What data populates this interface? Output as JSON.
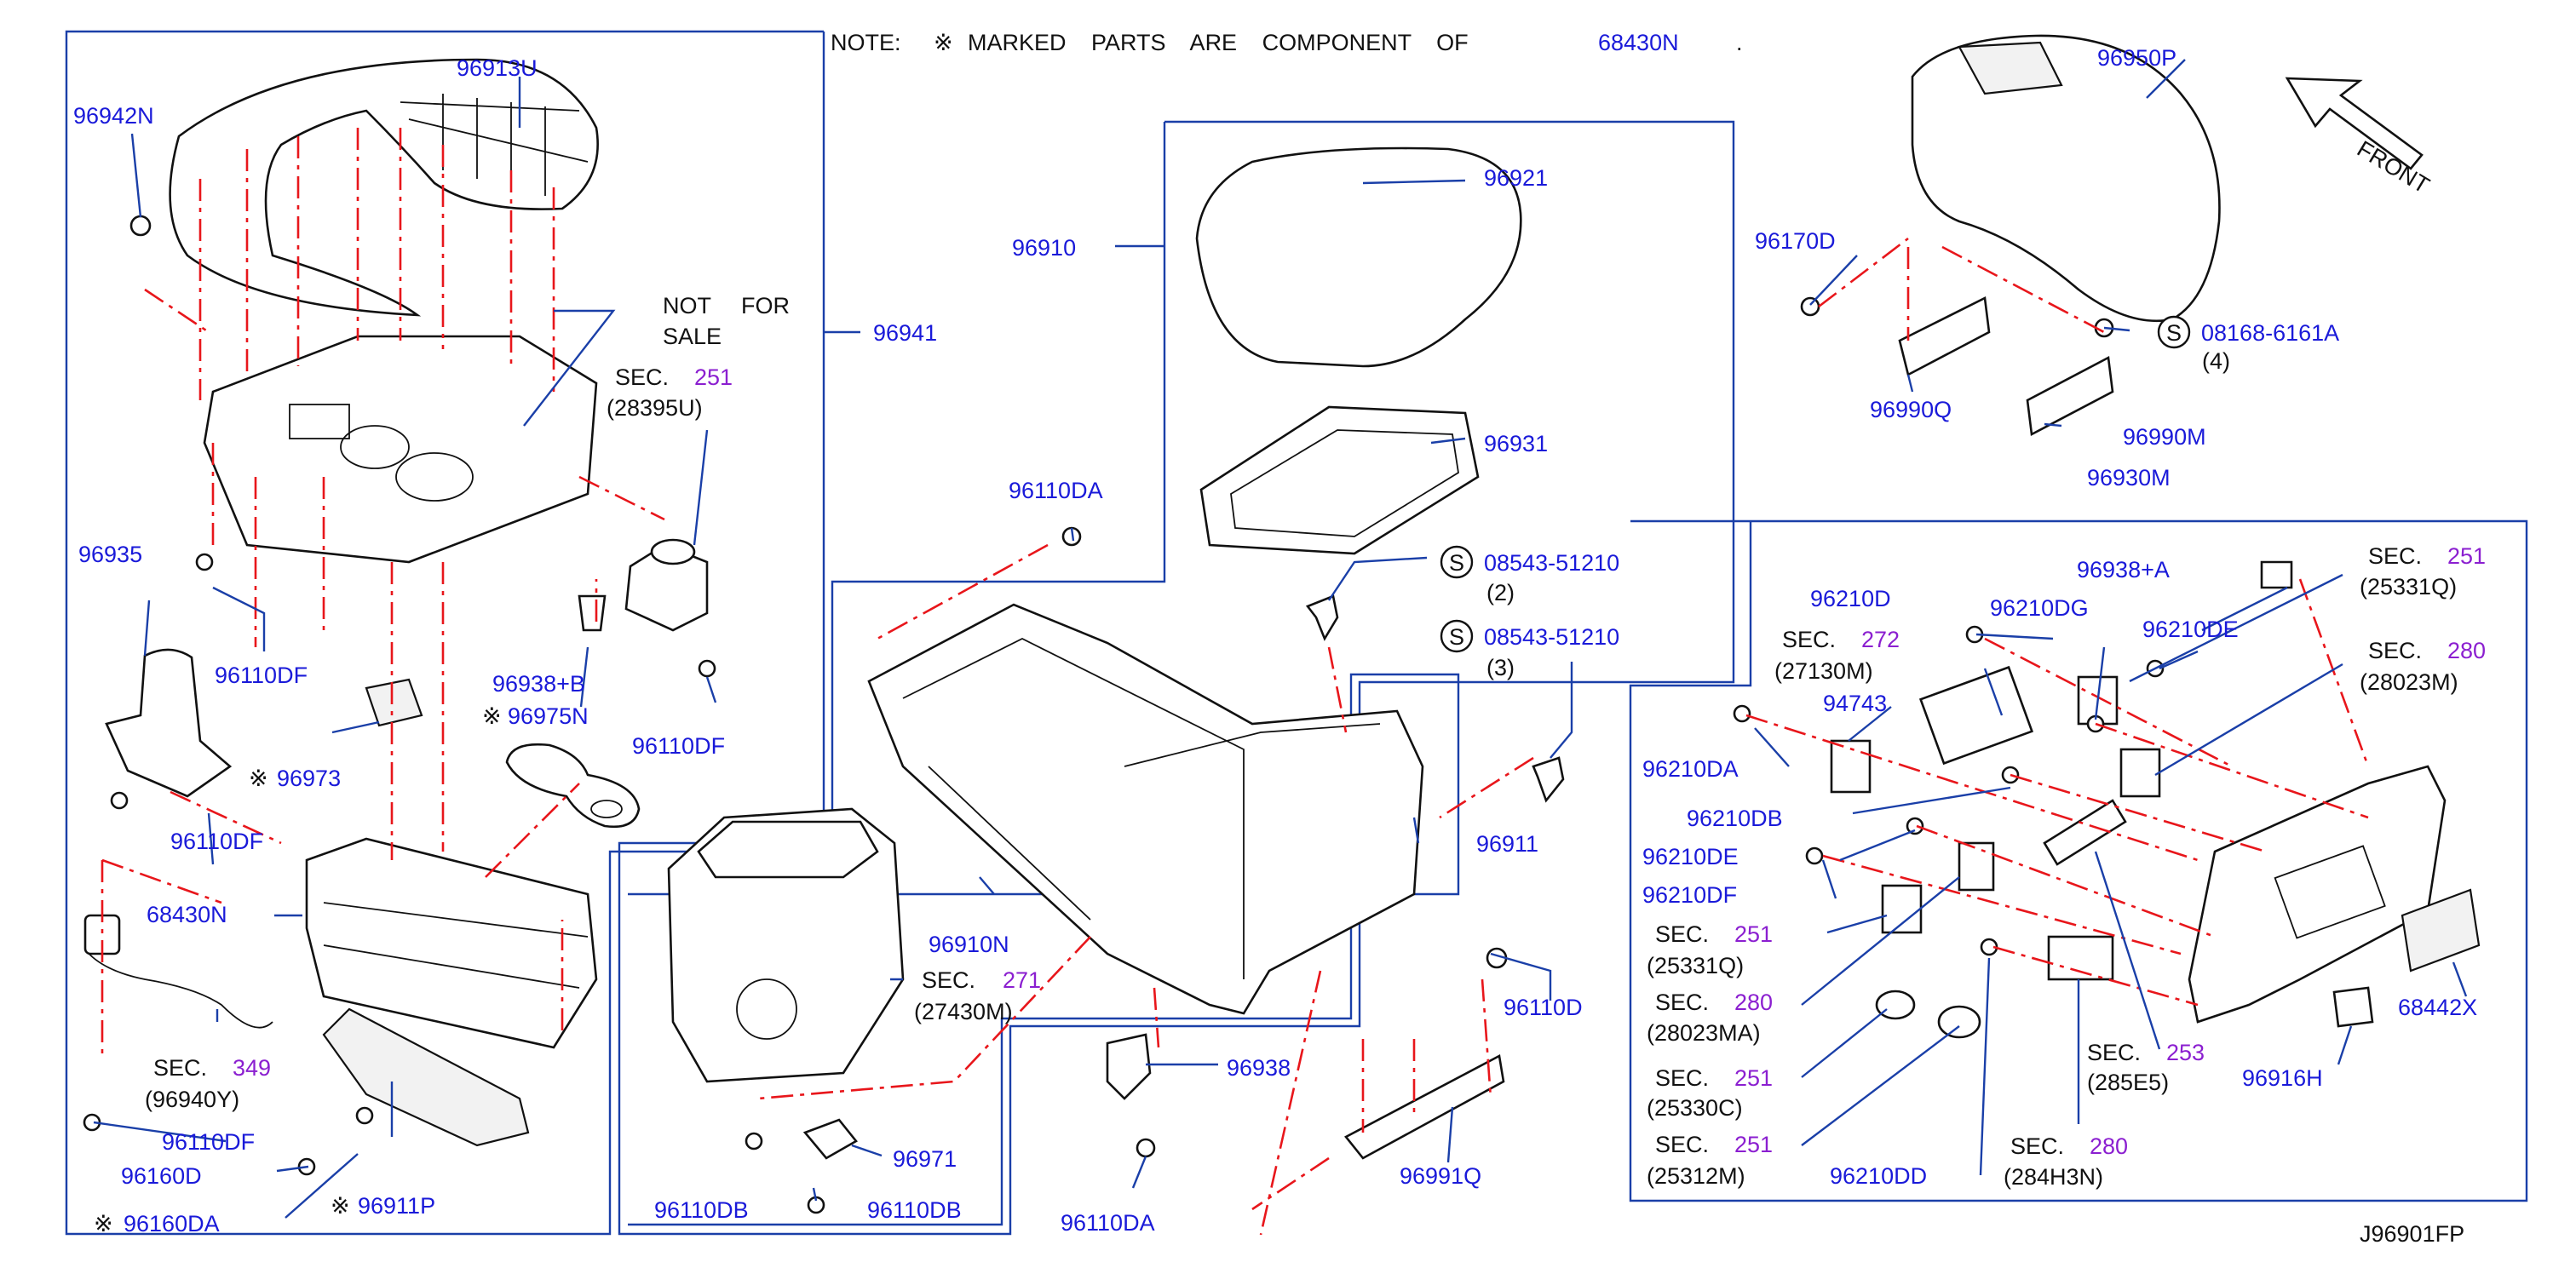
{
  "note": {
    "prefix": "NOTE:",
    "symbol": "※",
    "text": "MARKED PARTS ARE COMPONENT OF",
    "ref": "68430N",
    "end": "."
  },
  "front_label": "FRONT",
  "diagram_id": "J96901FP",
  "not_for_sale": [
    "NOT FOR",
    "SALE"
  ],
  "sec_word": "SEC.",
  "symbols": {
    "star": "※",
    "s": "S"
  },
  "labels": {
    "p96913U": "96913U",
    "p96942N": "96942N",
    "p96941": "96941",
    "p96935": "96935",
    "p96110DF_a": "96110DF",
    "p96110DF_b": "96110DF",
    "p96110DF_c": "96110DF",
    "p96110DF_d": "96110DF",
    "p96938B": "96938+B",
    "p96975N": "96975N",
    "p96973": "96973",
    "p68430N": "68430N",
    "p96160D": "96160D",
    "p96911P": "96911P",
    "p96160DA": "96160DA",
    "p96910": "96910",
    "p96921": "96921",
    "p96931": "96931",
    "p96110DA_a": "96110DA",
    "p96110DA_b": "96110DA",
    "s08543_2": "08543-51210",
    "q2": "(2)",
    "s08543_3": "08543-51210",
    "q3": "(3)",
    "p96911": "96911",
    "p96910N": "96910N",
    "p96938": "96938",
    "p96971": "96971",
    "p96110DB_a": "96110DB",
    "p96110DB_b": "96110DB",
    "p96110D": "96110D",
    "p96991Q": "96991Q",
    "p96950P": "96950P",
    "p96170D": "96170D",
    "s08168": "08168-6161A",
    "q4": "(4)",
    "p96990Q": "96990Q",
    "p96990M": "96990M",
    "p96930M": "96930M",
    "p96938A": "96938+A",
    "p96210D": "96210D",
    "p96210DG": "96210DG",
    "p96210DE_a": "96210DE",
    "p94743": "94743",
    "p96210DA": "96210DA",
    "p96210DB": "96210DB",
    "p96210DE_b": "96210DE",
    "p96210DF": "96210DF",
    "p68442X": "68442X",
    "p96916H": "96916H",
    "p96210DD": "96210DD"
  },
  "sections": {
    "s251_28395U": {
      "num": "251",
      "ref": "(28395U)"
    },
    "s349": {
      "num": "349",
      "ref": "(96940Y)"
    },
    "s271": {
      "num": "271",
      "ref": "(27430M)"
    },
    "s272": {
      "num": "272",
      "ref": "(27130M)"
    },
    "s251_25331Q_r": {
      "num": "251",
      "ref": "(25331Q)"
    },
    "s280_28023M": {
      "num": "280",
      "ref": "(28023M)"
    },
    "s251_25331Q_l": {
      "num": "251",
      "ref": "(25331Q)"
    },
    "s280_28023MA": {
      "num": "280",
      "ref": "(28023MA)"
    },
    "s251_25330C": {
      "num": "251",
      "ref": "(25330C)"
    },
    "s251_25312M": {
      "num": "251",
      "ref": "(25312M)"
    },
    "s253": {
      "num": "253",
      "ref": "(285E5)"
    },
    "s280_284H3N": {
      "num": "280",
      "ref": "(284H3N)"
    }
  }
}
